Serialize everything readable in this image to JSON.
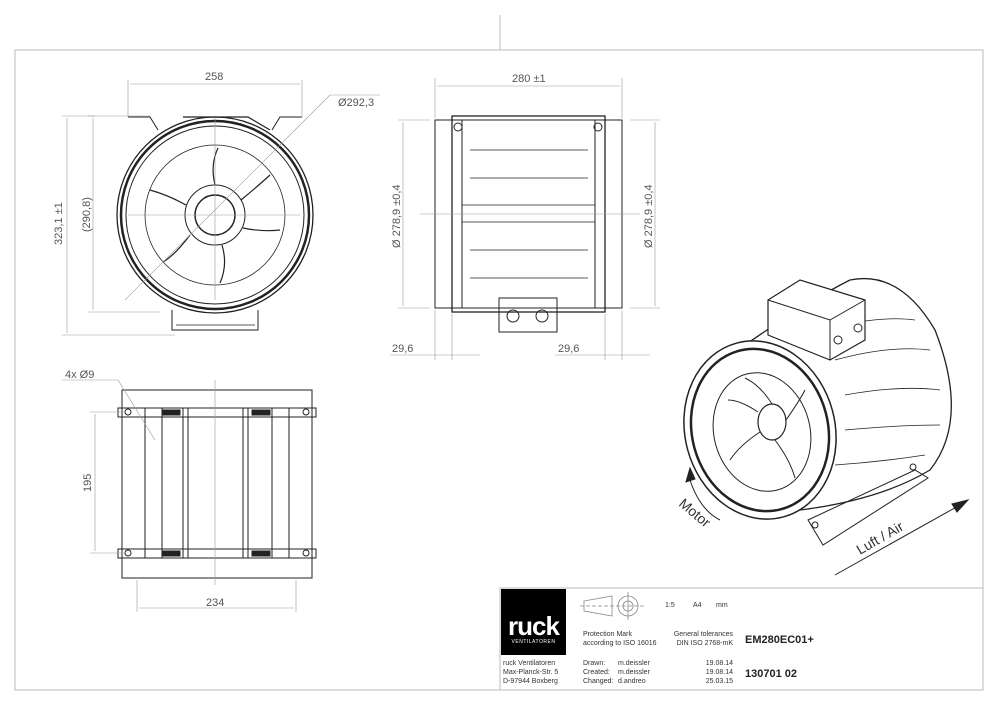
{
  "dimensions": {
    "front_width": "258",
    "front_diameter": "Ø292,3",
    "front_height": "323,1 ±1",
    "front_inner_height": "(290,8)",
    "side_length": "280 ±1",
    "side_diameter_left": "Ø 278,9 ±0,4",
    "side_diameter_right": "Ø 278,9 ±0,4",
    "side_offset_left": "29,6",
    "side_offset_right": "29,6",
    "holes": "4x Ø9",
    "bottom_depth": "195",
    "bottom_width": "234"
  },
  "iso_view": {
    "motor_label": "Motor",
    "airflow_label": "Luft / Air"
  },
  "title_block": {
    "logo_text": "ruck",
    "logo_subtext": "VENTILATOREN",
    "scale": "1:5",
    "paper": "A4",
    "unit": "mm",
    "protection_mark": [
      "Protection Mark",
      "according to ISO 16016"
    ],
    "tolerances": [
      "General tolerances",
      "DIN ISO 2768-mK"
    ],
    "company": [
      "ruck Ventilatoren",
      "Max-Planck-Str. 5",
      "D-97944 Boxberg"
    ],
    "history": [
      {
        "label": "Drawn:",
        "name": "m.deissler",
        "date": "19.08.14"
      },
      {
        "label": "Created:",
        "name": "m.deissler",
        "date": "19.08.14"
      },
      {
        "label": "Changed:",
        "name": "d.andreo",
        "date": "25.03.15"
      }
    ],
    "model": "EM280EC01+",
    "drawing_number": "130701  02"
  }
}
